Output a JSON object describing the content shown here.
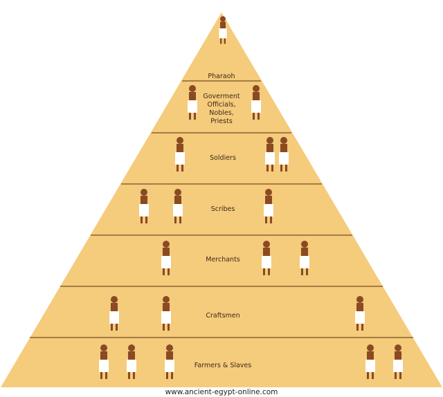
{
  "tiers": [
    {
      "label_lines": [
        "Pharaoh"
      ]
    },
    {
      "label_lines": [
        "Goverment",
        "Officials,",
        "Nobles,",
        "Priests"
      ]
    },
    {
      "label_lines": [
        "Soldiers"
      ]
    },
    {
      "label_lines": [
        "Scribes"
      ]
    },
    {
      "label_lines": [
        "Merchants"
      ]
    },
    {
      "label_lines": [
        "Craftsmen"
      ]
    },
    {
      "label_lines": [
        "Farmers & Slaves"
      ]
    }
  ],
  "footer": "www.ancient-egypt-online.com",
  "colors": {
    "pyramid": "#F5CB7C",
    "divider": "#7a4a22",
    "skin": "#8a4a22",
    "cloth": "#ffffff"
  }
}
